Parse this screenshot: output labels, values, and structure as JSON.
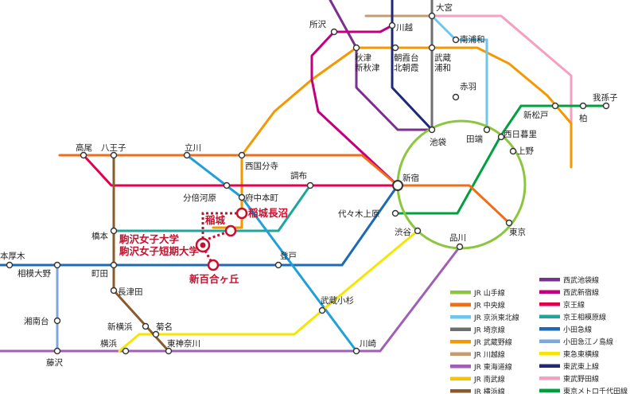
{
  "lines": [
    {
      "id": "jr-yamanote",
      "name": "JR 山手線",
      "color": "#8cc63f"
    },
    {
      "id": "jr-chuo",
      "name": "JR 中央線",
      "color": "#ee6e1a"
    },
    {
      "id": "jr-keihin-tohoku",
      "name": "JR 京浜東北線",
      "color": "#6cc6ee"
    },
    {
      "id": "jr-saikyo",
      "name": "JR 埼京線",
      "color": "#6d6e70"
    },
    {
      "id": "jr-musashino",
      "name": "JR 武蔵野線",
      "color": "#f39800"
    },
    {
      "id": "jr-kawagoe",
      "name": "JR 川越線",
      "color": "#c59c6d"
    },
    {
      "id": "jr-tokaido",
      "name": "JR 東海道線",
      "color": "#a05fb6"
    },
    {
      "id": "jr-nambu",
      "name": "JR 南武線",
      "color": "#f5c400"
    },
    {
      "id": "jr-yokohama",
      "name": "JR 横浜線",
      "color": "#8a5a2b"
    },
    {
      "id": "seibu-ikebukuro",
      "name": "西武池袋線",
      "color": "#7b2f8e"
    },
    {
      "id": "seibu-shinjuku",
      "name": "西武新宿線",
      "color": "#c2007f"
    },
    {
      "id": "keio",
      "name": "京王線",
      "color": "#e5004f"
    },
    {
      "id": "keio-sagamihara",
      "name": "京王相模原線",
      "color": "#20a59a"
    },
    {
      "id": "odakyu",
      "name": "小田急線",
      "color": "#1c69b4"
    },
    {
      "id": "odakyu-enoshima",
      "name": "小田急江ノ島線",
      "color": "#7ca7d8"
    },
    {
      "id": "tokyu-toyoko",
      "name": "東急東横線",
      "color": "#f4e600"
    },
    {
      "id": "tobu-tojo",
      "name": "東武東上線",
      "color": "#1e2a78"
    },
    {
      "id": "tobu-noda",
      "name": "東武野田線",
      "color": "#f4a0c0"
    },
    {
      "id": "metro-chiyoda",
      "name": "東京メトロ千代田線",
      "color": "#00a040"
    }
  ],
  "stations": {
    "tokorozawa": "所沢",
    "kawagoe": "川越",
    "omiya": "大宮",
    "akitsu": "秋津\n新秋津",
    "asakadai": "朝霞台\n北朝霞",
    "musashiurawa": "武蔵\n浦和",
    "minamiurawa": "南浦和",
    "akabane": "赤羽",
    "abiko": "我孫子",
    "kashiwa": "柏",
    "shinmatsudo": "新松戸",
    "ikebukuro": "池袋",
    "tabata": "田端",
    "nishinippori": "西日暮里",
    "ueno": "上野",
    "takao": "高尾",
    "hachioji": "八王子",
    "tachikawa": "立川",
    "nishikokubunji": "西国分寺",
    "chofu": "調布",
    "shinjuku": "新宿",
    "bubaigawara": "分倍河原",
    "fuchuhonmachi": "府中本町",
    "inaginaganuma": "稲城長沼",
    "inagi": "稲城",
    "yoyogiuehara": "代々木上原",
    "tokyo": "東京",
    "shibuya": "渋谷",
    "shinagawa": "品川",
    "hashimoto": "橋本",
    "honatsugi": "本厚木",
    "sagamiono": "相模大野",
    "machida": "町田",
    "noborito": "登戸",
    "shinyurigaoka": "新百合ヶ丘",
    "nagatsuta": "長津田",
    "musashikosugi": "武蔵小杉",
    "shonandai": "湘南台",
    "shinyokohama": "新横浜",
    "kikuna": "菊名",
    "yokohama": "横浜",
    "higashikanagawa": "東神奈川",
    "kawasaki": "川崎",
    "fujisawa": "藤沢"
  },
  "campus": "駒沢女子大学\n駒沢女子短期大学",
  "colors": {
    "highlight": "#c8102e",
    "station_fill": "#ffffff",
    "station_stroke": "#333333"
  }
}
